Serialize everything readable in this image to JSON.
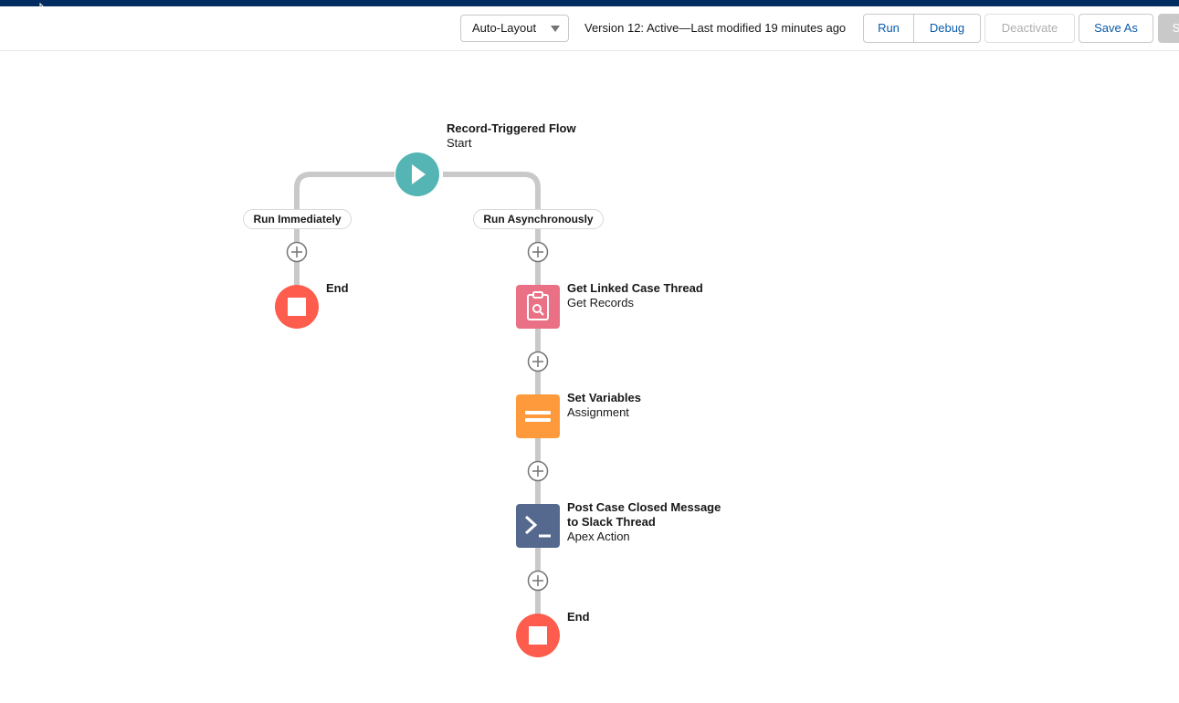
{
  "toolbar": {
    "layout_select": "Auto-Layout",
    "version_status": "Version 12: Active—Last modified 19 minutes ago",
    "run_label": "Run",
    "debug_label": "Debug",
    "deactivate_label": "Deactivate",
    "save_as_label": "Save As",
    "save_label": "S"
  },
  "flow": {
    "start": {
      "title": "Record-Triggered Flow",
      "subtitle": "Start"
    },
    "branches": {
      "left": "Run Immediately",
      "right": "Run Asynchronously"
    },
    "left_end": {
      "title": "End"
    },
    "nodes": [
      {
        "title": "Get Linked Case Thread",
        "type": "Get Records",
        "icon": "record-lookup-icon",
        "color": "#ea7085"
      },
      {
        "title": "Set Variables",
        "type": "Assignment",
        "icon": "assignment-icon",
        "color": "#ff9a3c"
      },
      {
        "title": "Post Case Closed Message to Slack Thread",
        "title_line1": "Post Case Closed Message",
        "title_line2": "to Slack Thread",
        "type": "Apex Action",
        "icon": "apex-icon",
        "color": "#54698d"
      }
    ],
    "right_end": {
      "title": "End"
    }
  },
  "colors": {
    "start": "#54b5b4",
    "end": "#fe5c4c",
    "connector": "#c9c9c9",
    "brand_bar": "#032d60"
  }
}
